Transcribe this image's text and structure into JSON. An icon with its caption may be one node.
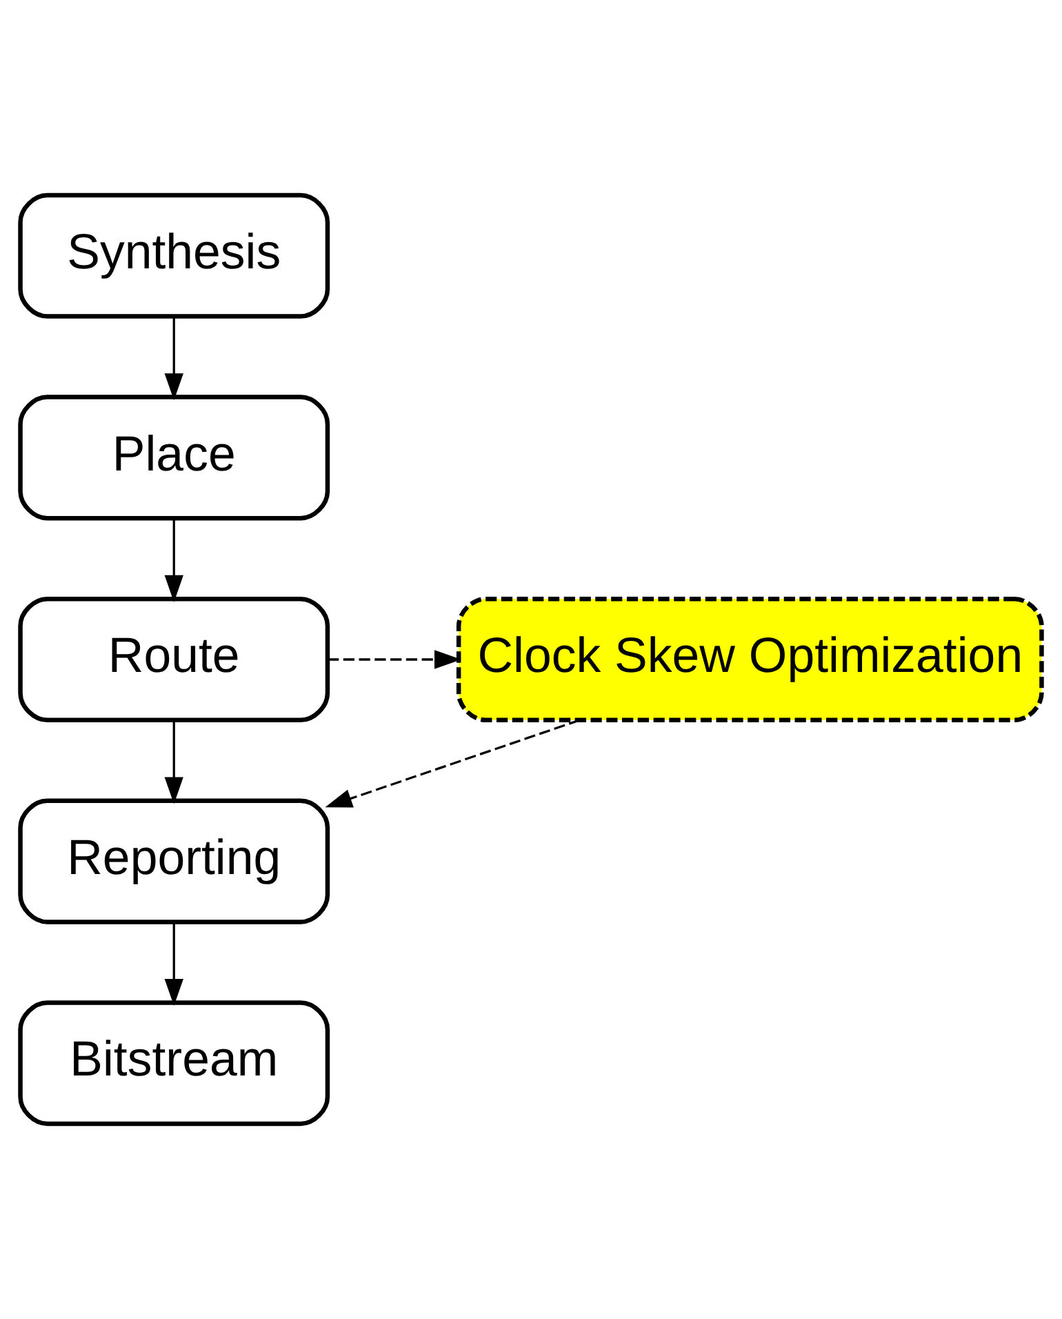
{
  "diagram": {
    "nodes": [
      {
        "text": [
          "Synthesis"
        ]
      },
      {
        "text": [
          "Place"
        ]
      },
      {
        "text": [
          "Route"
        ]
      },
      {
        "text": [
          "Reporting"
        ]
      },
      {
        "text": [
          "Bitstream"
        ]
      },
      {
        "text": [
          "Clock Skew Optimization"
        ]
      }
    ],
    "edges": [
      {
        "from": 0,
        "to": 1,
        "arrow": "to"
      },
      {
        "from": 1,
        "to": 2,
        "arrow": "to"
      },
      {
        "from": 2,
        "to": 3,
        "arrow": "to"
      },
      {
        "from": 3,
        "to": 4,
        "arrow": "to"
      },
      {
        "from": 2,
        "to": 5,
        "arrow": "to",
        "style": "dashed"
      },
      {
        "from": 5,
        "to": 3,
        "arrow": "to",
        "style": "dashed"
      }
    ]
  }
}
